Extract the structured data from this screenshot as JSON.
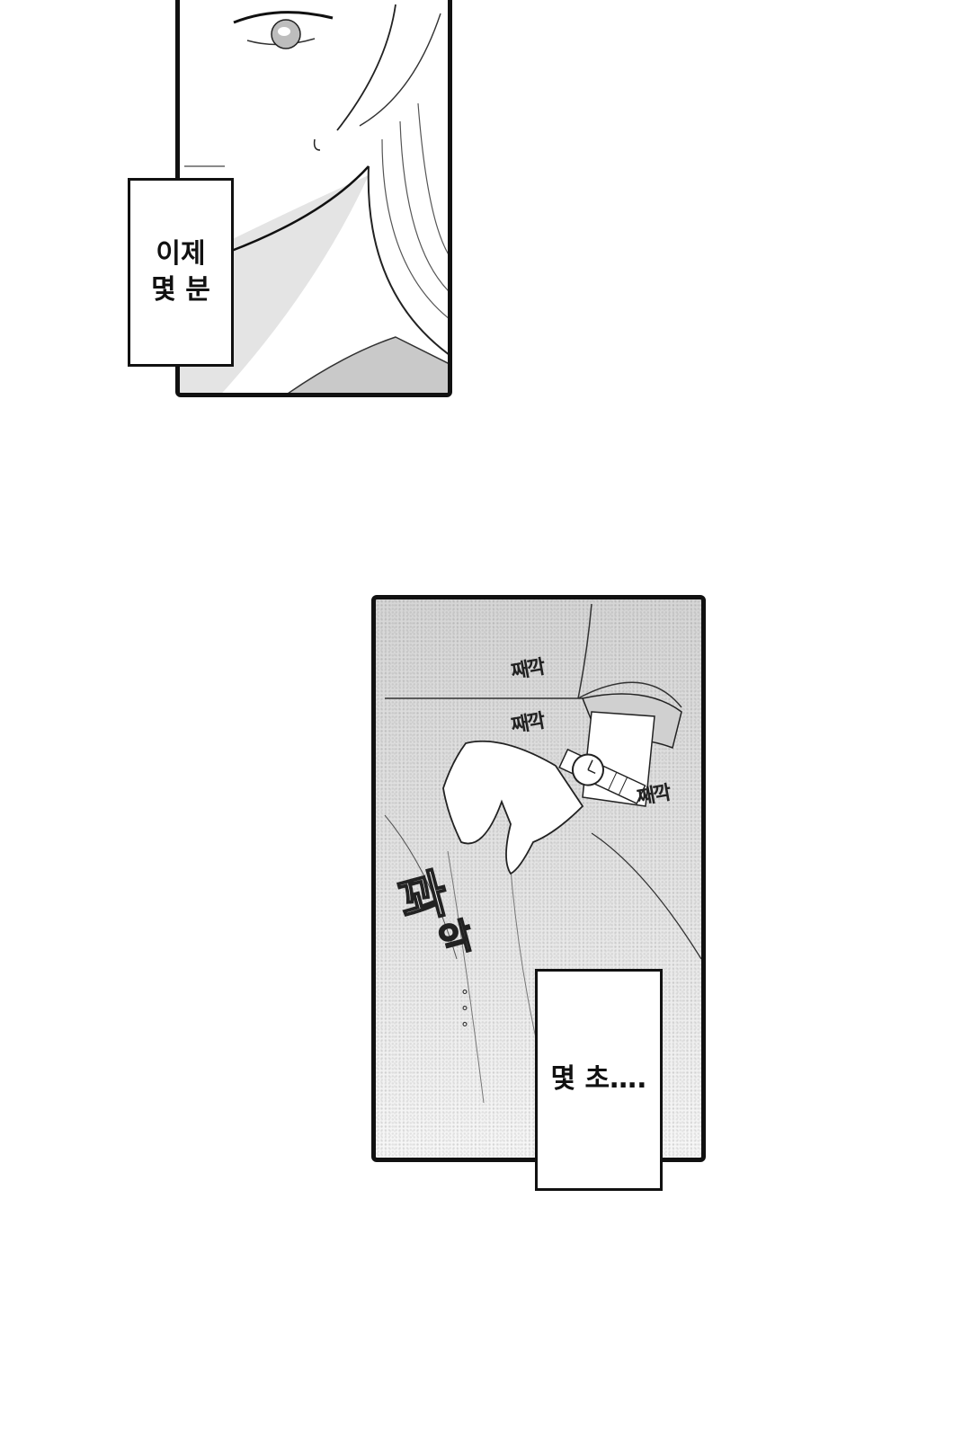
{
  "panels": [
    {
      "id": "panel-1",
      "scene": "close-up of face with eye and sweat drop",
      "caption": {
        "line1": "이제",
        "line2": "몇 분"
      }
    },
    {
      "id": "panel-2",
      "scene": "hand gripping fabric, wristwatch visible",
      "sfx": {
        "tick1": "째깍",
        "tick2": "째깍",
        "tick3": "째깍",
        "grip_1": "꽈",
        "grip_2": "악",
        "trail": "…"
      },
      "caption": {
        "text": "몇 초…."
      }
    }
  ]
}
